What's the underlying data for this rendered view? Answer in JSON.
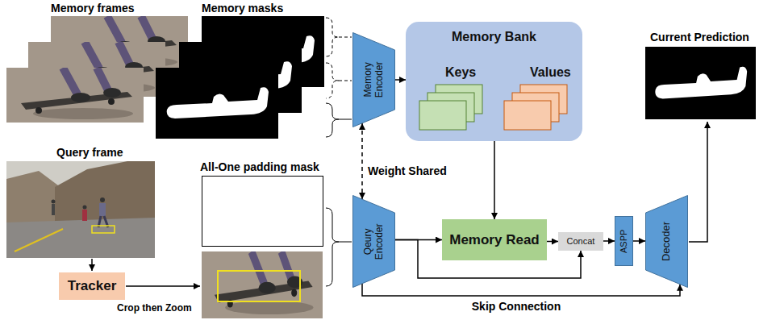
{
  "diagram": {
    "nodes": [
      {
        "text": [
          "Memory Encoder"
        ]
      },
      {
        "text": [
          "Memory Bank",
          "Keys",
          "Values"
        ]
      },
      {
        "text": [
          "Tracker"
        ]
      },
      {
        "text": [
          "Qeury Encoder"
        ]
      },
      {
        "text": [
          "Memory Read"
        ]
      },
      {
        "text": [
          "Concat"
        ]
      },
      {
        "text": [
          "ASPP"
        ]
      },
      {
        "text": [
          "Decoder"
        ]
      }
    ],
    "edges": [
      {
        "from": 0,
        "to": 1,
        "arrow": "to"
      },
      {
        "from": 0,
        "to": 3,
        "label": "Weight Shared",
        "arrow": "both"
      },
      {
        "from": 1,
        "to": 4,
        "arrow": "to"
      },
      {
        "from": 3,
        "to": 4,
        "arrow": "to"
      },
      {
        "from": 4,
        "to": 5,
        "arrow": "to"
      },
      {
        "from": 3,
        "to": 5,
        "arrow": "to"
      },
      {
        "from": 5,
        "to": 6,
        "arrow": "to"
      },
      {
        "from": 6,
        "to": 7,
        "arrow": "to"
      },
      {
        "from": 3,
        "to": 7,
        "label": "Skip Connection",
        "arrow": "to"
      }
    ],
    "labels": [
      "Memory frames",
      "Memory masks",
      "Current Prediction",
      "Query frame",
      "All-One padding mask",
      "Crop then Zoom"
    ]
  }
}
